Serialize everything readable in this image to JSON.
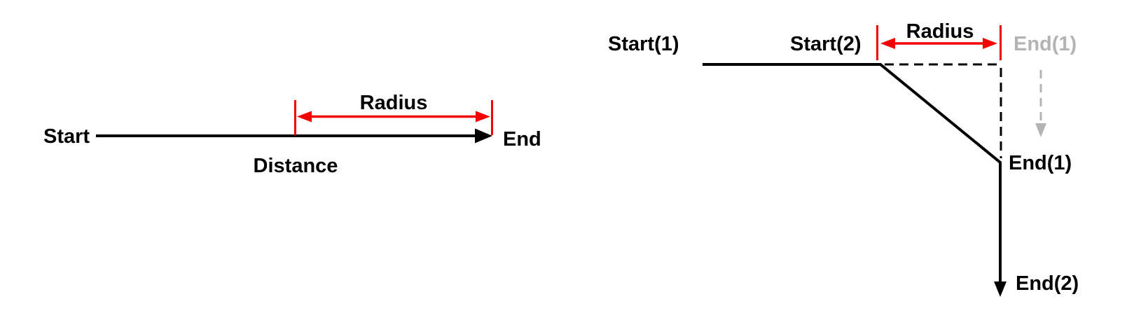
{
  "colors": {
    "line_black": "#000000",
    "accent_red": "#f40000",
    "ghost_gray": "#b4b4b4",
    "background": "#ffffff"
  },
  "left_diagram": {
    "labels": {
      "start": "Start",
      "end": "End",
      "radius": "Radius",
      "distance": "Distance"
    }
  },
  "right_diagram": {
    "labels": {
      "start1": "Start(1)",
      "start2": "Start(2)",
      "radius": "Radius",
      "end1_ghost": "End(1)",
      "end1": "End(1)",
      "end2": "End(2)"
    }
  }
}
